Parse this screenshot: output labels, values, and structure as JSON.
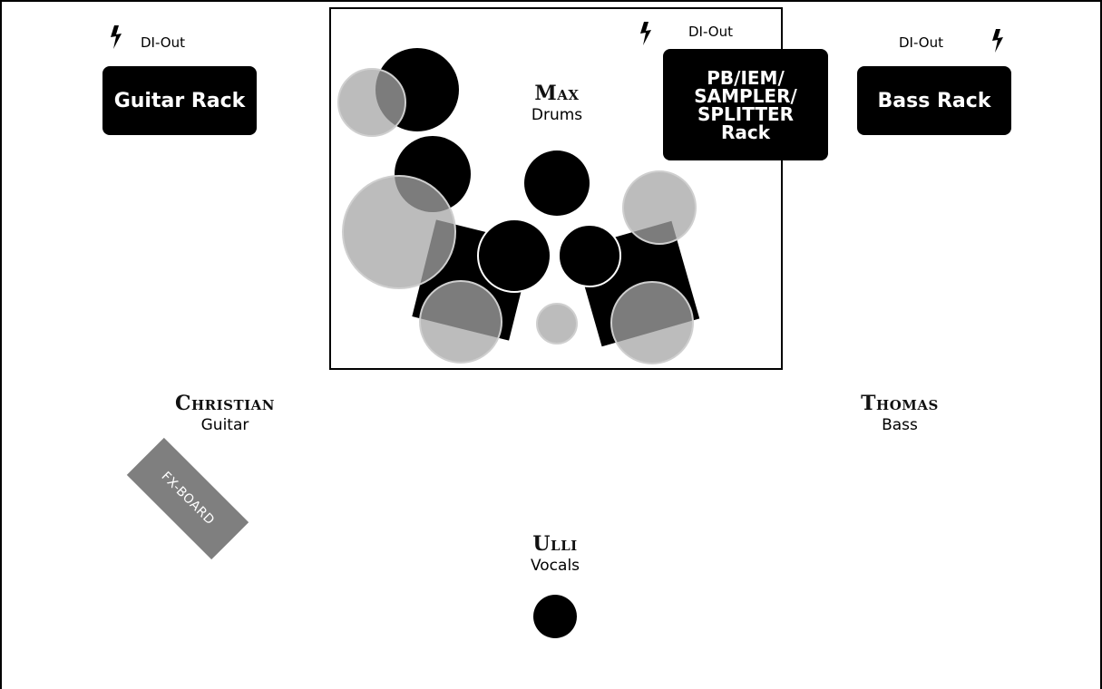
{
  "musicians": {
    "max": {
      "name": "Max",
      "role": "Drums"
    },
    "christian": {
      "name": "Christian",
      "role": "Guitar"
    },
    "thomas": {
      "name": "Thomas",
      "role": "Bass"
    },
    "ulli": {
      "name": "Ulli",
      "role": "Vocals"
    }
  },
  "racks": {
    "guitar": "Guitar Rack",
    "pb_lines": [
      "PB/IEM/",
      "SAMPLER/",
      "SPLITTER",
      "Rack"
    ],
    "bass": "Bass Rack"
  },
  "di_label": "DI-Out",
  "fx_board": "FX-BOARD",
  "icons": [
    "power-bolt-icon"
  ],
  "colors": {
    "black": "#000000",
    "cymbal_gray": "#a6a6a6",
    "board_gray": "#7f7f7f"
  }
}
